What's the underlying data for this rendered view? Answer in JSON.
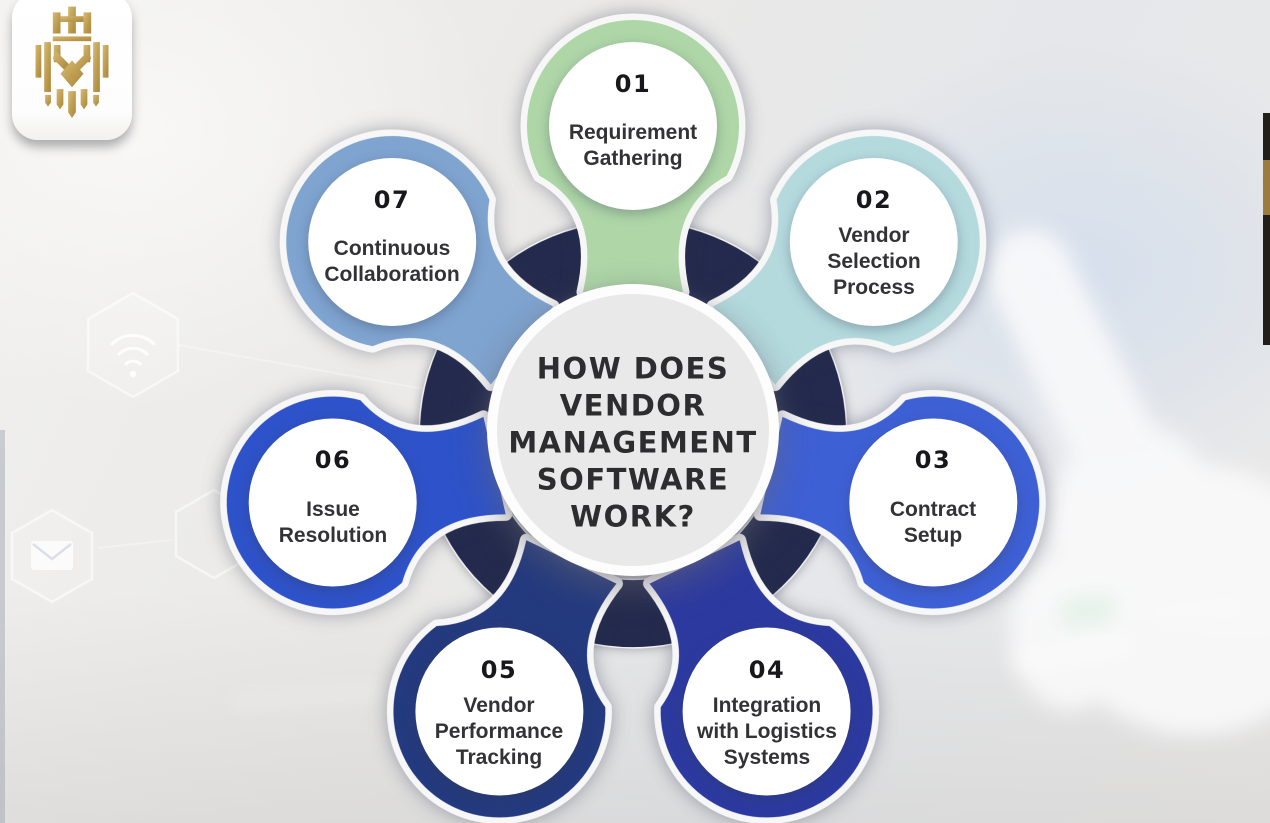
{
  "center_title": {
    "lines": [
      "HOW DOES",
      "VENDOR",
      "MANAGEMENT",
      "SOFTWARE",
      "WORK?"
    ]
  },
  "hub": {
    "ring_color": "#232a4d",
    "circle_fill": "#e9e9e9",
    "title_color": "#2d2d30"
  },
  "steps": [
    {
      "number": "01",
      "label": "Requirement Gathering",
      "lines": [
        "Requirement",
        "Gathering"
      ],
      "color": "#aed6a7"
    },
    {
      "number": "02",
      "label": "Vendor Selection Process",
      "lines": [
        "Vendor",
        "Selection",
        "Process"
      ],
      "color": "#b4dade"
    },
    {
      "number": "03",
      "label": "Contract Setup",
      "lines": [
        "Contract",
        "Setup"
      ],
      "color": "#3e60d5"
    },
    {
      "number": "04",
      "label": "Integration with Logistics Systems",
      "lines": [
        "Integration",
        "with Logistics",
        "Systems"
      ],
      "color": "#2c3aa0"
    },
    {
      "number": "05",
      "label": "Vendor Performance Tracking",
      "lines": [
        "Vendor",
        "Performance",
        "Tracking"
      ],
      "color": "#243a7e"
    },
    {
      "number": "06",
      "label": "Issue Resolution",
      "lines": [
        "Issue",
        "Resolution"
      ],
      "color": "#2e52c9"
    },
    {
      "number": "07",
      "label": "Continuous Collaboration",
      "lines": [
        "Continuous",
        "Collaboration"
      ],
      "color": "#7fa4d0"
    }
  ],
  "logo": {
    "icon": "gold-crest-emblem",
    "gold_light": "#d6bc76",
    "gold_dark": "#a98738"
  },
  "background": {
    "icons": [
      "wifi-hexagon-icon",
      "mail-hexagon-icon",
      "hexagon-outline-icon"
    ],
    "photo_elements": [
      "pointing-hand",
      "blurred-keyboard",
      "dark-photo-edge"
    ]
  }
}
